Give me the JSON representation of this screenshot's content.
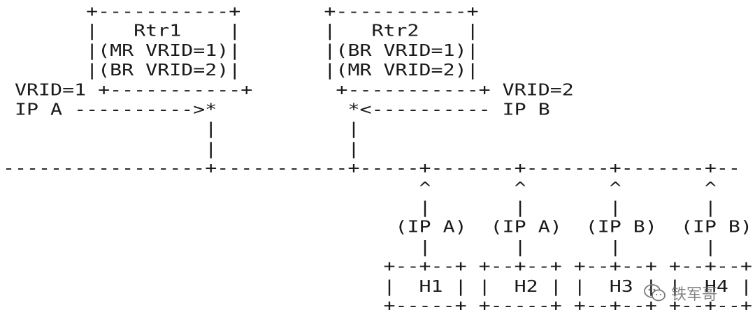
{
  "diagram_lines": [
    "       +-----------+       +-----------+",
    "       |   Rtr1    |       |   Rtr2    |",
    "       |(MR VRID=1)|       |(BR VRID=1)|",
    "       |(BR VRID=2)|       |(MR VRID=2)|",
    " VRID=1 +-----------+       +-----------+ VRID=2",
    " IP A ---------->*           *<---------- IP B",
    "                 |           |",
    "                 |           |",
    "-----------------+-----------+-----+-------+-------+-------+--",
    "                                   ^       ^       ^       ^",
    "                                   |       |       |       |",
    "                                 (IP A)  (IP A)  (IP B)  (IP B)",
    "                                   |       |       |       |",
    "                                +--+--+ +--+--+ +--+--+ +--+--+",
    "                                |  H1 | |  H2 | |  H3 | |  H4 |",
    "                                +-----+ +-----+ +--+--+ +--+--+"
  ],
  "watermark": {
    "text": "铁军哥",
    "icon": "wechat-icon",
    "color": "#6f6f6f"
  }
}
